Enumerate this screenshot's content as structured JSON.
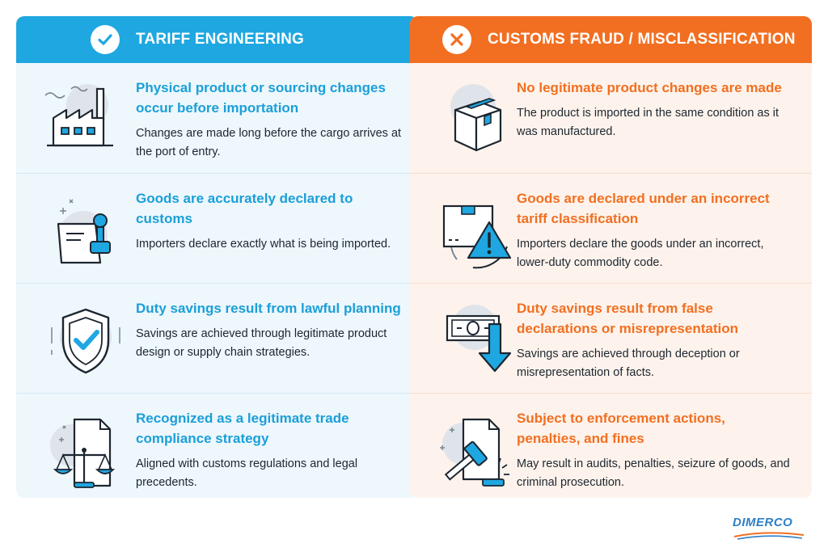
{
  "left": {
    "title": "TARIFF ENGINEERING",
    "rows": [
      {
        "heading": "Physical product or sourcing changes occur before importation",
        "desc": "Changes are made long before the cargo arrives at the port of entry.",
        "icon": "factory-icon"
      },
      {
        "heading": "Goods are accurately declared to customs",
        "desc": "Importers declare exactly what is being imported.",
        "icon": "stamp-icon"
      },
      {
        "heading": "Duty savings result from lawful planning",
        "desc": "Savings are achieved through legitimate product design or supply chain strategies.",
        "icon": "shield-check-icon"
      },
      {
        "heading": "Recognized as a legitimate trade compliance strategy",
        "desc": "Aligned with customs regulations and legal precedents.",
        "icon": "scales-icon"
      }
    ]
  },
  "right": {
    "title": "CUSTOMS FRAUD / MISCLASSIFICATION",
    "rows": [
      {
        "heading": "No legitimate product changes are made",
        "desc": "The product is imported in the same condition as it was manufactured.",
        "icon": "box-icon"
      },
      {
        "heading": "Goods are declared under an incorrect tariff classification",
        "desc": "Importers declare the goods under an incorrect, lower-duty commodity code.",
        "icon": "warning-box-icon"
      },
      {
        "heading": "Duty savings result from false declarations or misrepresentation",
        "desc": "Savings are achieved through deception or misrepresentation of facts.",
        "icon": "money-down-icon"
      },
      {
        "heading": "Subject to enforcement actions, penalties, and fines",
        "desc": "May result in audits, penalties, seizure of goods, and criminal prosecution.",
        "icon": "gavel-icon"
      }
    ]
  },
  "brand": "DIMERCO",
  "colors": {
    "blue": "#1fa7e1",
    "orange": "#f26f21",
    "dark": "#1d2630"
  }
}
